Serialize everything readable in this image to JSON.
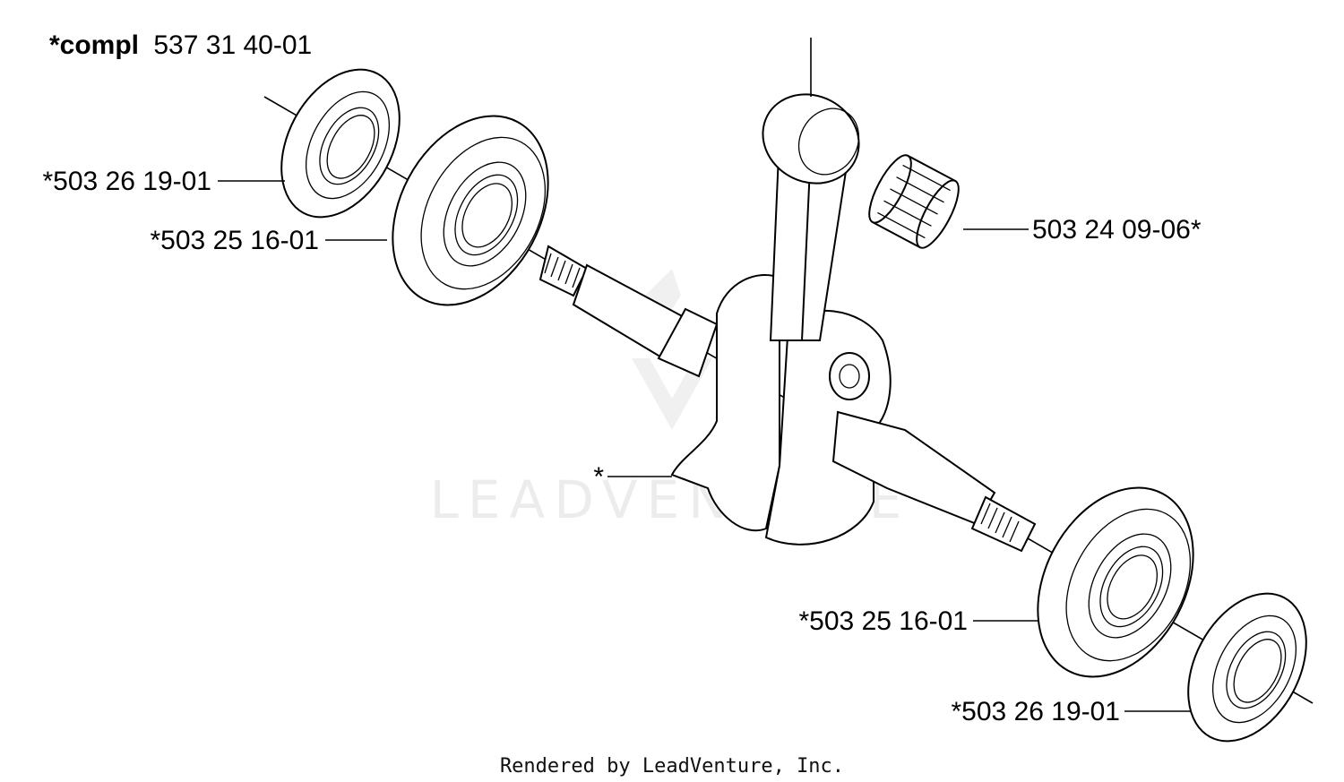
{
  "title": {
    "prefix": "*compl",
    "number": "537 31 40-01"
  },
  "callouts": [
    {
      "id": "seal-left",
      "text": "*503 26 19-01"
    },
    {
      "id": "bearing-left",
      "text": "*503 25 16-01"
    },
    {
      "id": "needle-bearing",
      "text": "503 24 09-06*"
    },
    {
      "id": "crankshaft",
      "text": "*"
    },
    {
      "id": "bearing-right",
      "text": "*503 25 16-01"
    },
    {
      "id": "seal-right",
      "text": "*503 26 19-01"
    }
  ],
  "watermark": "LEADVENTURE",
  "credit": "Rendered by LeadVenture, Inc."
}
